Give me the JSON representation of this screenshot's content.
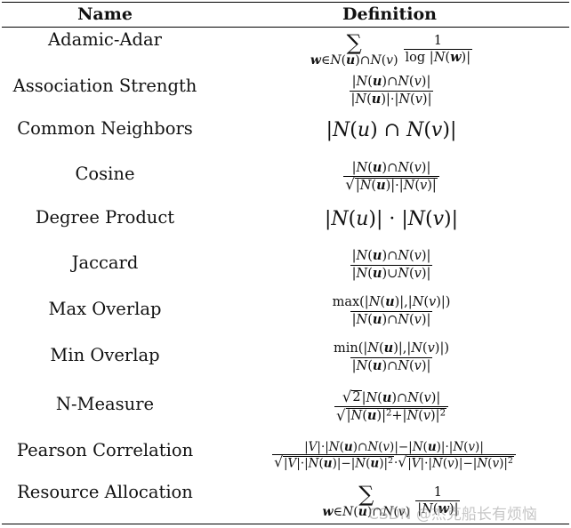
{
  "table": {
    "headers": {
      "name": "Name",
      "definition": "Definition"
    },
    "rows": [
      {
        "name": "Adamic-Adar"
      },
      {
        "name": "Association Strength"
      },
      {
        "name": "Common Neighbors"
      },
      {
        "name": "Cosine"
      },
      {
        "name": "Degree Product"
      },
      {
        "name": "Jaccard"
      },
      {
        "name": "Max Overlap"
      },
      {
        "name": "Min Overlap"
      },
      {
        "name": "N-Measure"
      },
      {
        "name": "Pearson Correlation"
      },
      {
        "name": "Resource Allocation"
      }
    ]
  },
  "formula_text": {
    "sum": "∑",
    "one": "1",
    "log": "log",
    "max": "max",
    "min": "min",
    "two": "2",
    "V": "V",
    "N": "N",
    "u": "u",
    "v": "v",
    "w": "w"
  },
  "watermark": "CSDN @杰克船长有烦恼"
}
